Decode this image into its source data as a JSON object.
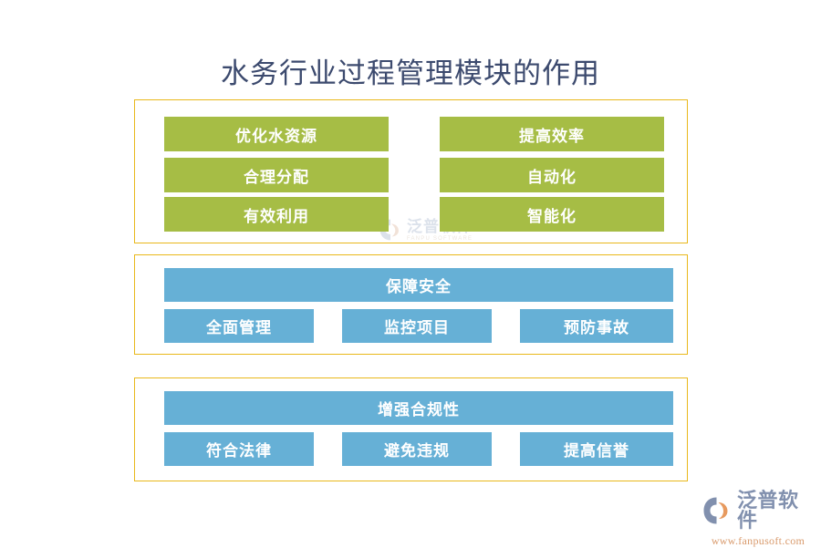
{
  "page": {
    "title": "水务行业过程管理模块的作用",
    "title_color": "#3c4a6e",
    "background": "#ffffff"
  },
  "theme": {
    "green": "#a6bd45",
    "blue": "#66b0d6",
    "border_gold": "#e9b81b",
    "bar_text": "#ffffff"
  },
  "groups": [
    {
      "id": "group-1",
      "style": "two-column-green",
      "left_column": [
        {
          "label": "优化水资源"
        },
        {
          "label": "合理分配"
        },
        {
          "label": "有效利用"
        }
      ],
      "right_column": [
        {
          "label": "提高效率"
        },
        {
          "label": "自动化"
        },
        {
          "label": "智能化"
        }
      ]
    },
    {
      "id": "group-2",
      "style": "header-plus-three-blue",
      "header": "保障安全",
      "items": [
        {
          "label": "全面管理"
        },
        {
          "label": "监控项目"
        },
        {
          "label": "预防事故"
        }
      ]
    },
    {
      "id": "group-3",
      "style": "header-plus-three-blue",
      "header": "增强合规性",
      "items": [
        {
          "label": "符合法律"
        },
        {
          "label": "避免违规"
        },
        {
          "label": "提高信誉"
        }
      ]
    }
  ],
  "watermark": {
    "cn": "泛普软件",
    "en": "FANPU SOFTWARE"
  },
  "logo": {
    "cn": "泛普软件",
    "url": "www.fanpusoft.com",
    "mark_color": "#8190ae",
    "accent_color": "#e79a5f"
  }
}
